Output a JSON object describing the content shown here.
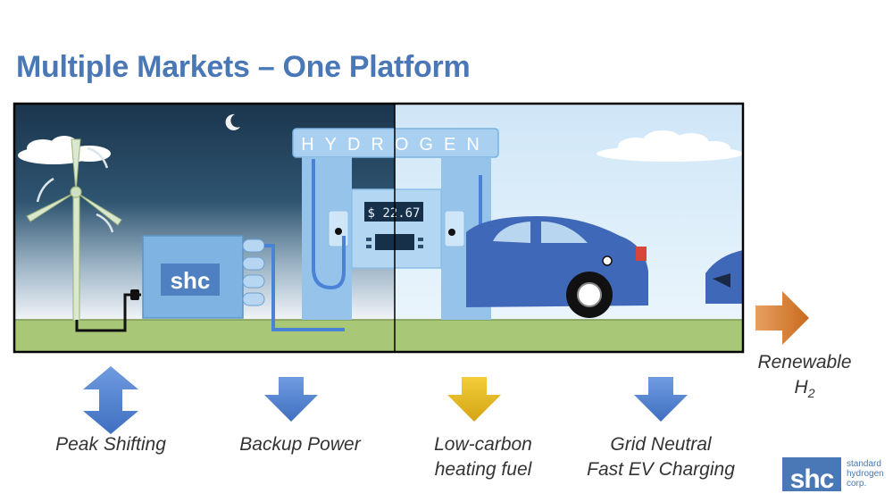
{
  "title": "Multiple Markets – One Platform",
  "scene": {
    "pump_sign": "HYDROGEN",
    "price": "$ 22.67",
    "unit_brand": "shc"
  },
  "labels": {
    "peak_shifting": "Peak Shifting",
    "backup_power": "Backup Power",
    "low_carbon_line1": "Low-carbon",
    "low_carbon_line2": "heating fuel",
    "grid_neutral_line1": "Grid Neutral",
    "grid_neutral_line2": "Fast EV Charging",
    "renewable_line1": "Renewable",
    "renewable_h": "H",
    "renewable_sub": "2"
  },
  "logo": {
    "mark": "shc",
    "line1": "standard",
    "line2": "hydrogen",
    "line3": "corp."
  },
  "colors": {
    "title": "#4a78b6",
    "arrow_blue": "#4a7ccc",
    "arrow_gold": "#e0b020",
    "arrow_orange": "#d67a2c",
    "night_sky": "#1d3a52",
    "day_sky": "#dceefa",
    "ground": "#a8c878",
    "car": "#4068b8"
  },
  "icons": {
    "bidirectional": "up-down-arrow-icon",
    "down": "down-arrow-icon",
    "right": "right-arrow-icon"
  }
}
